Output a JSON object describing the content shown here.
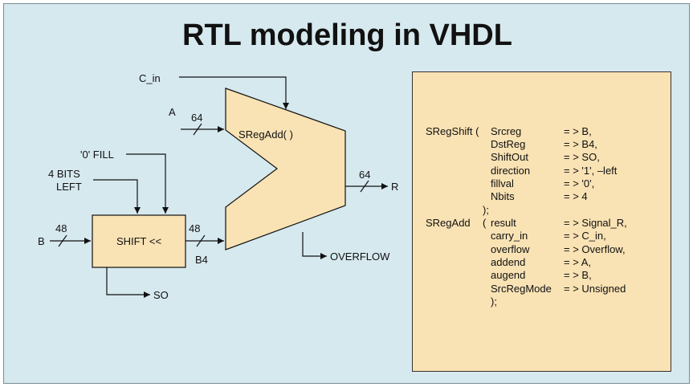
{
  "title": "RTL modeling in VHDL",
  "colors": {
    "background": "#d6e9ef",
    "block_fill": "#f9e2b4",
    "line": "#111111"
  },
  "diagram": {
    "inputs": {
      "carry": "C_in",
      "a": "A",
      "a_width": "64",
      "fill": "'0' FILL",
      "shift_amount_line1": "4 BITS",
      "shift_amount_line2": "LEFT",
      "b": "B",
      "b_width": "48"
    },
    "blocks": {
      "shift": "SHIFT <<",
      "adder": "SRegAdd( )"
    },
    "signals": {
      "b4": "B4",
      "b4_width": "48",
      "r": "R",
      "r_width": "64",
      "overflow": "OVERFLOW",
      "so": "SO"
    }
  },
  "code": {
    "shift_call": "SRegShift (",
    "shift_params": [
      {
        "name": "Srcreg",
        "value": "= > B,"
      },
      {
        "name": "DstReg",
        "value": "= > B4,"
      },
      {
        "name": "ShiftOut",
        "value": "= > SO,"
      },
      {
        "name": "direction",
        "value": "= > '1', –left"
      },
      {
        "name": "fillval",
        "value": "= > '0',"
      },
      {
        "name": "Nbits",
        "value": "= > 4"
      }
    ],
    "shift_close": ");",
    "add_call": "SRegAdd",
    "add_open": "(",
    "add_params": [
      {
        "name": "result",
        "value": "= > Signal_R,"
      },
      {
        "name": "carry_in",
        "value": "= > C_in,"
      },
      {
        "name": "overflow",
        "value": "= > Overflow,"
      },
      {
        "name": "addend",
        "value": "= > A,"
      },
      {
        "name": "augend",
        "value": "= > B,"
      },
      {
        "name": "SrcRegMode",
        "value": "= > Unsigned"
      }
    ],
    "add_close": ");"
  }
}
